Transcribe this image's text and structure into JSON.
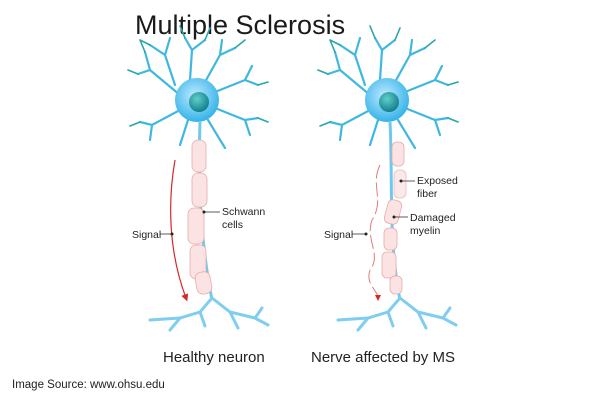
{
  "title": "Multiple Sclerosis",
  "healthy": {
    "caption": "Healthy neuron",
    "signal_label": "Signal",
    "schwann_label_line1": "Schwann",
    "schwann_label_line2": "cells"
  },
  "ms": {
    "caption": "Nerve affected by MS",
    "signal_label": "Signal",
    "exposed_label_line1": "Exposed",
    "exposed_label_line2": "fiber",
    "damaged_label_line1": "Damaged",
    "damaged_label_line2": "myelin"
  },
  "source": "Image Source: www.ohsu.edu",
  "colors": {
    "soma": "#4fc3ef",
    "nucleus": "#1f9aa6",
    "myelin": "#fbe3e3",
    "signal": "#d62828"
  }
}
